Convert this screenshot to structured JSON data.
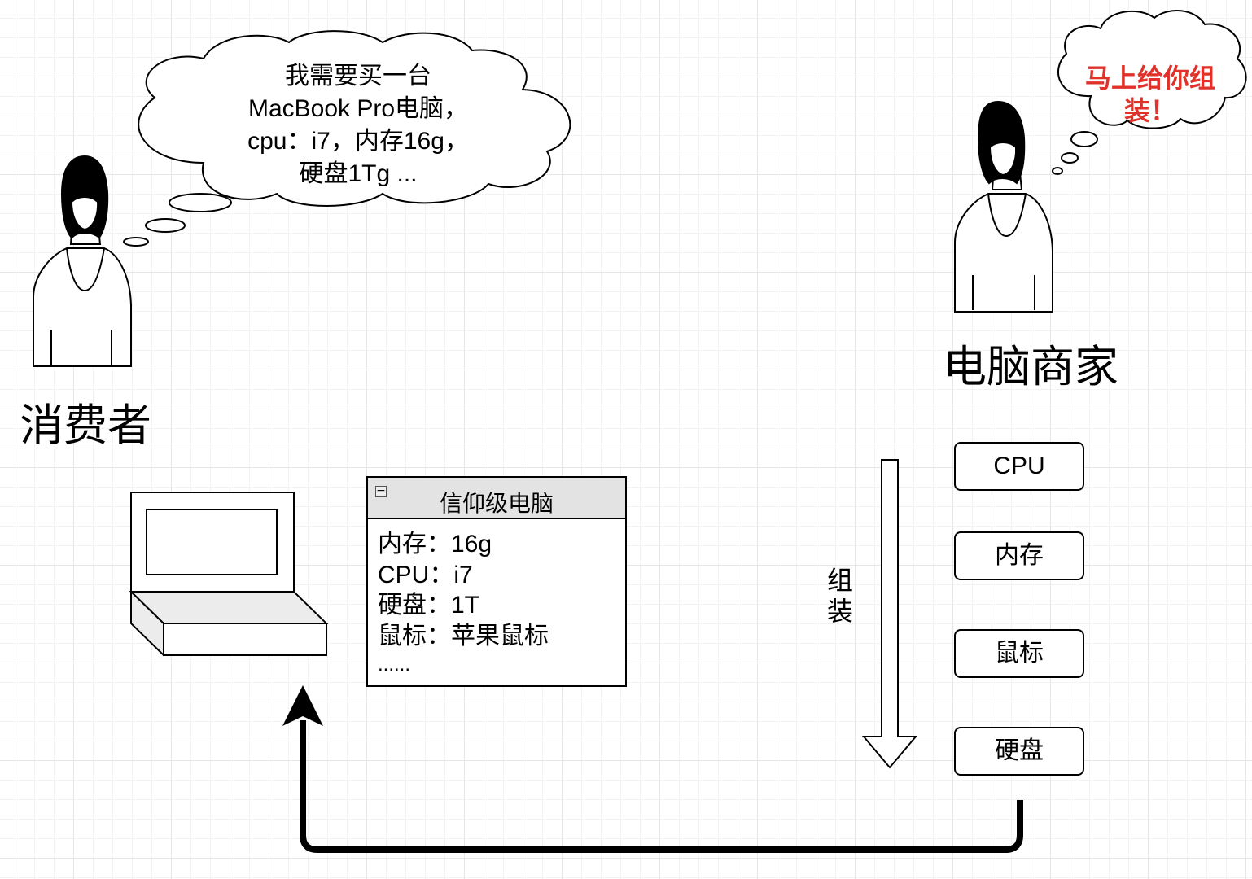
{
  "consumer": {
    "label": "消费者"
  },
  "merchant": {
    "label": "电脑商家"
  },
  "consumer_thought": {
    "text": "我需要买一台\nMacBook Pro电脑，\ncpu：i7，内存16g，\n硬盘1Tg ..."
  },
  "merchant_thought": {
    "text": "马上给你组\n装！",
    "color": "#e0322a"
  },
  "spec_panel": {
    "title": "信仰级电脑",
    "toggle": "−",
    "rows": [
      "内存：16g",
      "CPU：i7",
      "硬盘：1T",
      "鼠标：苹果鼠标"
    ],
    "more": "......"
  },
  "parts": [
    "CPU",
    "内存",
    "鼠标",
    "硬盘"
  ],
  "assemble_label": "组\n装"
}
